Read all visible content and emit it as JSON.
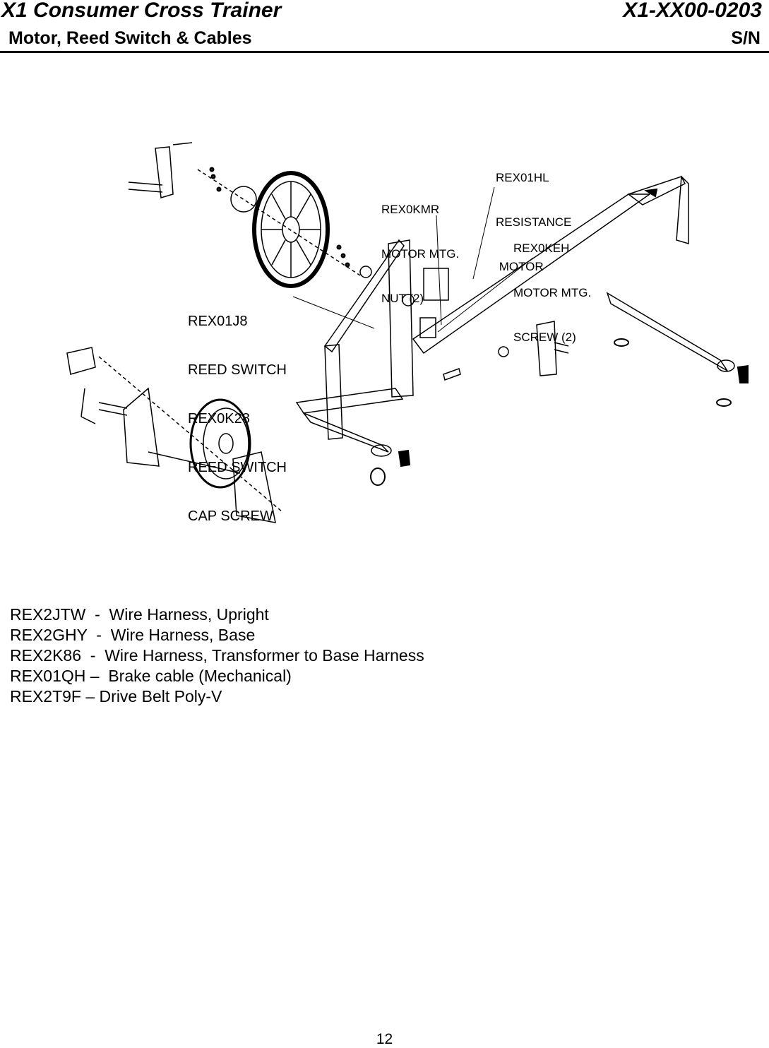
{
  "header": {
    "title": "X1 Consumer Cross Trainer",
    "code": "X1-XX00-0203",
    "subtitle": "Motor, Reed Switch & Cables",
    "sn": "S/N"
  },
  "callouts": [
    {
      "lines": [
        "REX01HL",
        "RESISTANCE",
        " MOTOR"
      ]
    },
    {
      "lines": [
        "REX0KMR",
        "MOTOR MTG.",
        "NUT (2)"
      ]
    },
    {
      "lines": [
        "REX0KEH",
        "MOTOR MTG.",
        "SCREW (2)"
      ]
    },
    {
      "lines": [
        "REX01J8",
        "REED SWITCH",
        "REX0K28",
        "REED SWITCH",
        "CAP SCREW"
      ]
    }
  ],
  "parts_list": [
    "REX2JTW  -  Wire Harness, Upright",
    "REX2GHY  -  Wire Harness, Base",
    "REX2K86  -  Wire Harness, Transformer to Base Harness",
    "REX01QH –  Brake cable (Mechanical)",
    "REX2T9F – Drive Belt Poly-V"
  ],
  "page_number": "12"
}
